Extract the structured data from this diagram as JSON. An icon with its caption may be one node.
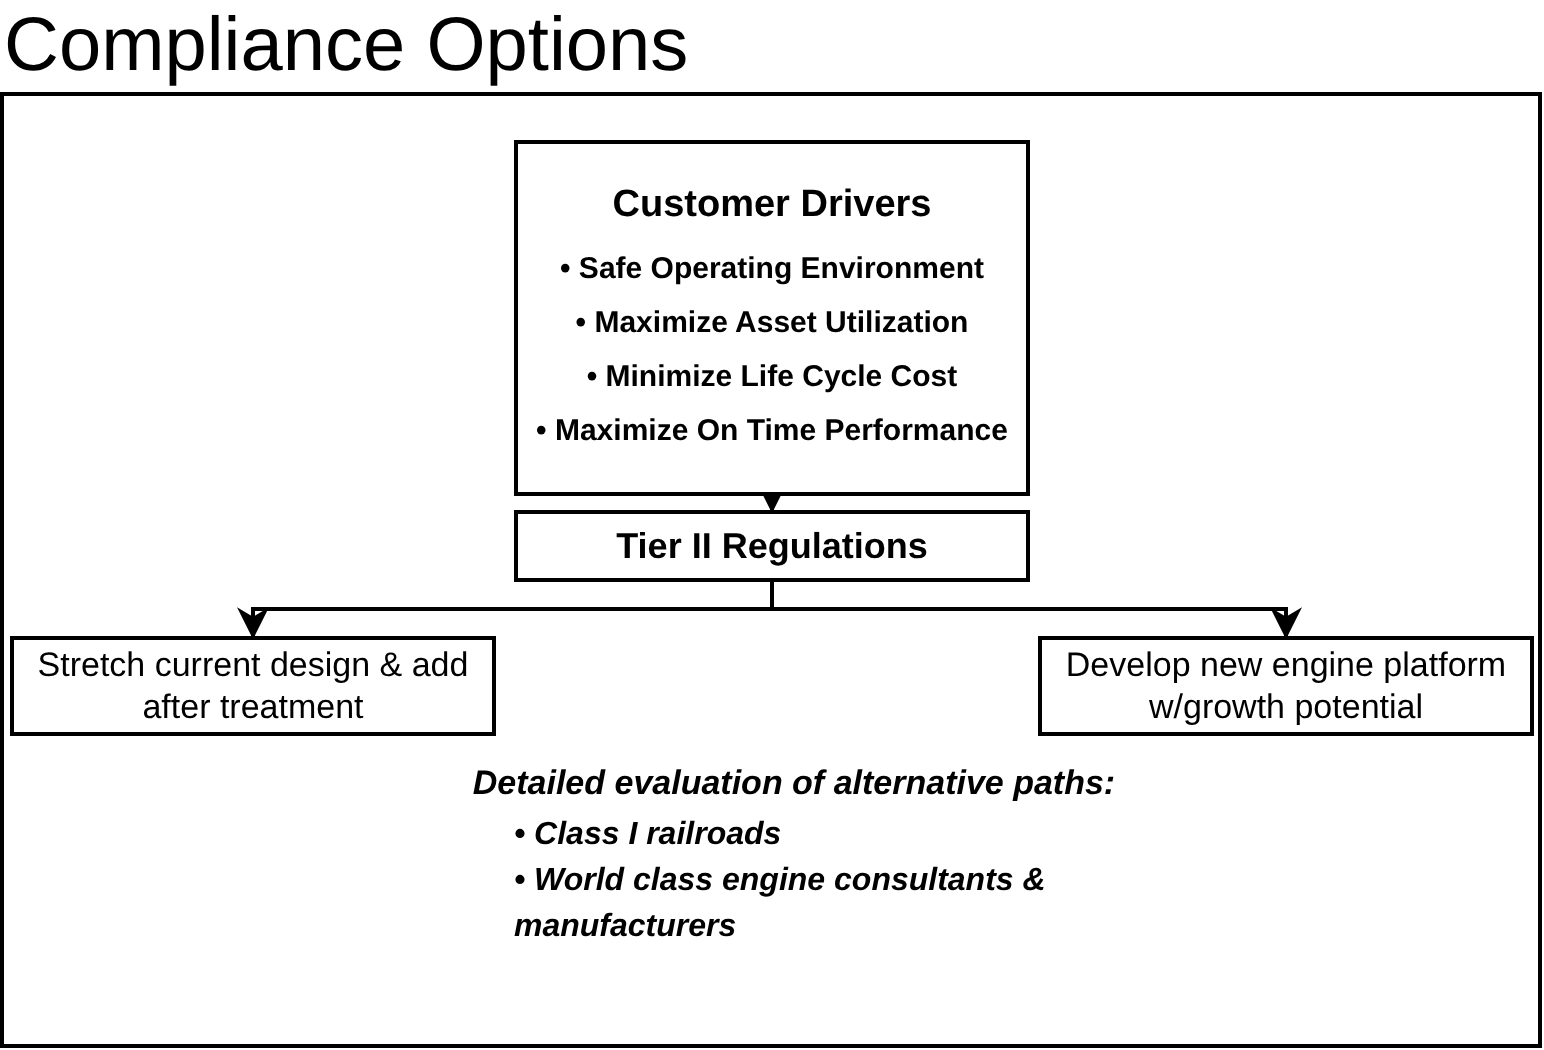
{
  "diagram": {
    "title": "Compliance Options",
    "nodes": [
      {
        "text": [
          "Customer Drivers",
          "• Safe Operating Environment",
          "• Maximize Asset Utilization",
          "• Minimize Life Cycle Cost",
          "• Maximize On Time Performance"
        ]
      },
      {
        "text": [
          "Tier II Regulations"
        ]
      },
      {
        "text": [
          "Stretch current design & add after treatment"
        ]
      },
      {
        "text": [
          "Develop new engine platform w/growth potential"
        ]
      }
    ],
    "edges": [
      {
        "from": 0,
        "to": 1,
        "arrow": "to"
      },
      {
        "from": 1,
        "to": 2,
        "arrow": "to"
      },
      {
        "from": 1,
        "to": 3,
        "arrow": "to"
      }
    ],
    "labels": [
      "Detailed evaluation of alternative paths:",
      "• Class I railroads",
      "• World class engine consultants & manufacturers"
    ]
  }
}
